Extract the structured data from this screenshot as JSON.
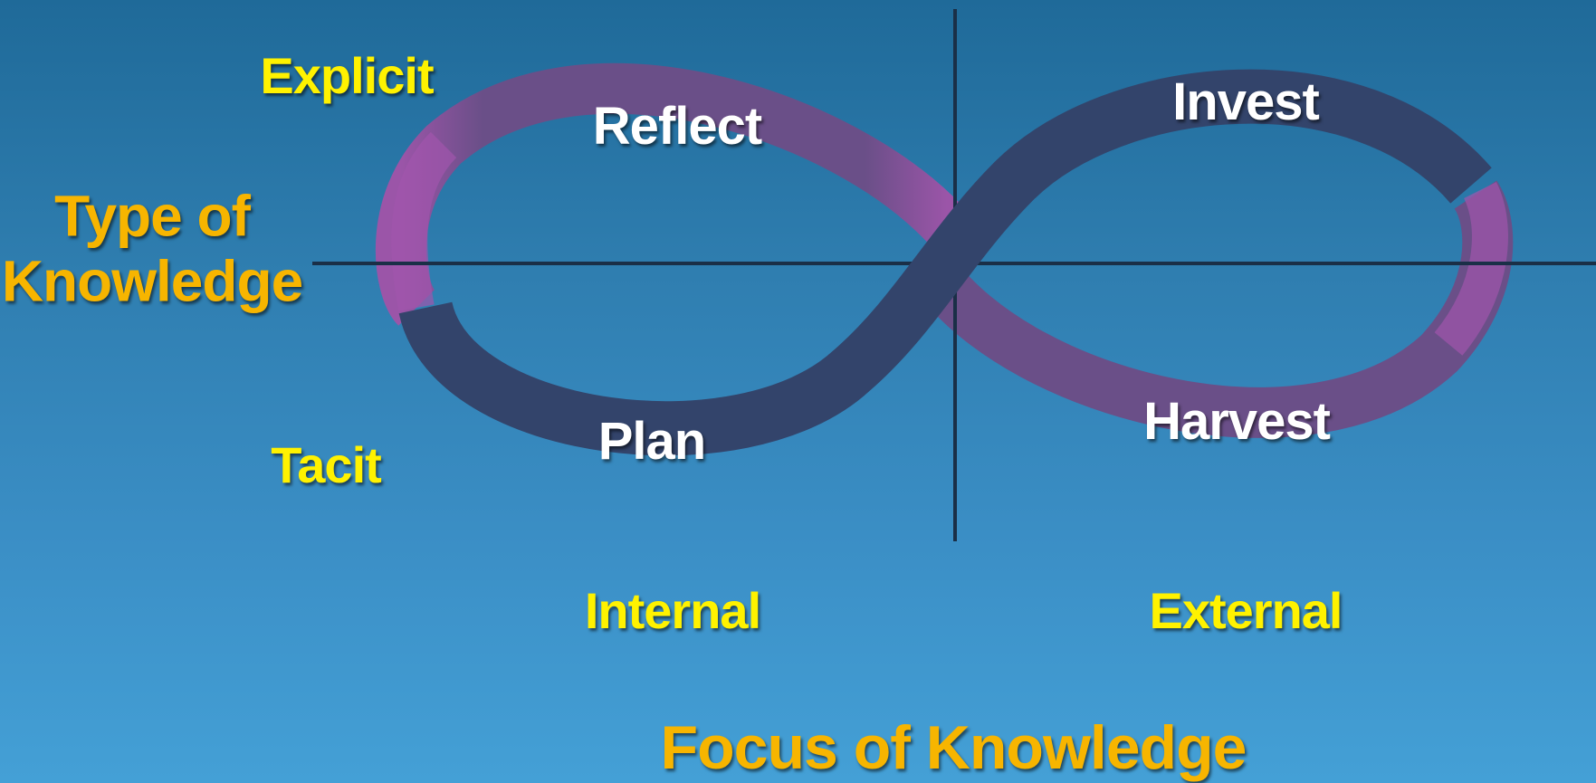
{
  "stages": {
    "reflect": "Reflect",
    "invest": "Invest",
    "plan": "Plan",
    "harvest": "Harvest"
  },
  "vertical_axis": {
    "title_line1": "Type of",
    "title_line2": "Knowledge",
    "top": "Explicit",
    "bottom": "Tacit"
  },
  "horizontal_axis": {
    "title": "Focus of Knowledge",
    "left": "Internal",
    "right": "External"
  },
  "colors": {
    "background_top": "#1f6a99",
    "background_bottom": "#44a0d6",
    "band_front": "#33446b",
    "band_back": "#6a4f88",
    "band_edge": "#9b55a8",
    "axis_line": "#1a2f47",
    "stage_text": "#ffffff",
    "axis_value_text": "#fff200",
    "axis_title_text": "#f7b500"
  }
}
